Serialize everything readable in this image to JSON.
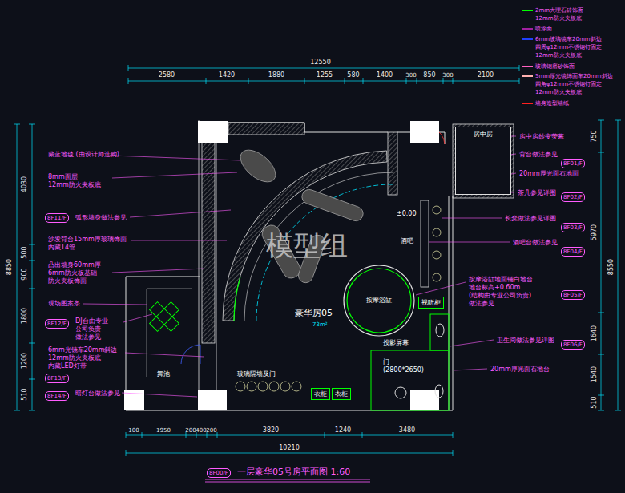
{
  "diagram": {
    "title": "一层豪华05号房平面图 1:60",
    "nodes": [
      {
        "text": [
          "房中房"
        ]
      },
      {
        "text": [
          "按摩浴缸"
        ]
      },
      {
        "text": [
          "视听柜"
        ]
      },
      {
        "text": [
          "衣柜"
        ]
      },
      {
        "text": [
          "衣柜"
        ]
      }
    ],
    "labels": [
      "12550",
      "2580",
      "1420",
      "1880",
      "1255",
      "580",
      "1400",
      "300",
      "850",
      "300",
      "2100",
      "100",
      "1950",
      "200",
      "400",
      "200",
      "3820",
      "1240",
      "3480",
      "10210",
      "8850",
      "4030",
      "500",
      "900",
      "1800",
      "1200",
      "510",
      "8550",
      "750",
      "5970",
      "1640",
      "1540",
      "510",
      "藏蓝地毯 (由设计师选购)",
      "8mm面层 12mm防火夹板底",
      "8F11/F",
      "弧形墙身做法参见",
      "沙发背台15mm厚玻璃饰面 内藏T4管",
      "凸出墙身60mm厚 6mm防火板基础 防火夹板饰面",
      "现场图案条",
      "8F12/F",
      "DJ台由专业 公司负责 做法参见",
      "6mm光镜车20mm斜边 12mm防火夹板底 内藏LED灯带",
      "8F13/F",
      "暗灯台做法参见",
      "8F14/F",
      "房中房纱变荧幕",
      "背台做法参见",
      "8F01/F",
      "20mm厚光面石地面",
      "茶几参见详图",
      "8F02/F",
      "长凳做法参见详图",
      "8F03/F",
      "酒吧台做法参见",
      "8F04/F",
      "按摩浴缸地面铺白地台 地台标高+0.60m (结构由专业公司负责) 做法参见",
      "8F05/F",
      "卫生间做法参见详图",
      "8F06/F",
      "20mm厚光面石地台",
      "±0.00",
      "酒吧",
      "豪华房05",
      "73m²",
      "投影屏幕",
      "门 (2800*2650)",
      "玻璃隔墙及门",
      "舞池",
      "模型组",
      "8F00/F"
    ],
    "legend": [
      {
        "text": "2mm大理石砖饰面 12mm防火夹板底",
        "color": "#00ff00"
      },
      {
        "text": "喷涂面",
        "color": "#a020a0"
      },
      {
        "text": "6mm玻璃镜车20mm斜边 四周φ12mm不锈钢钉固定 12mm防火夹板底",
        "color": "#2040ff"
      },
      {
        "text": "玻璃钢磨砂饰面",
        "color": "#ff60c0"
      },
      {
        "text": "5mm厚光镜饰面车20mm斜边 四角φ12mm不锈钢钉固定 12mm防火夹板底",
        "color": "#ffb0b0"
      },
      {
        "text": "墙身造型墙纸",
        "color": "#ff2020"
      }
    ]
  }
}
